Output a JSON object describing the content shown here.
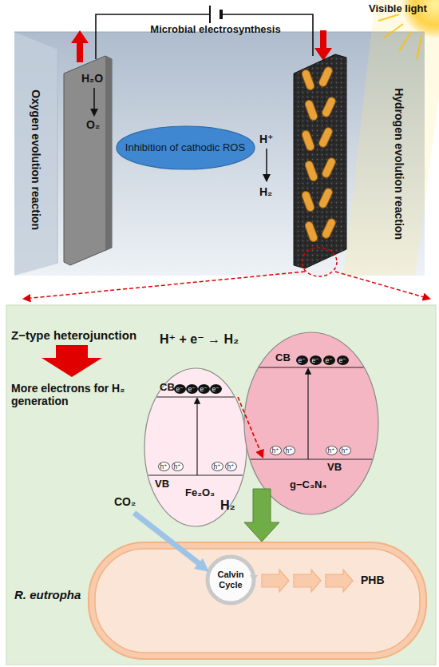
{
  "diagram": {
    "nodes": [
      {
        "text": [
          "H₂O",
          "O₂"
        ]
      },
      {
        "text": [
          "Inhibition of cathodic ROS"
        ]
      },
      {
        "text": [
          "CB",
          "VB",
          "Fe₂O₃"
        ]
      },
      {
        "text": [
          "CB",
          "VB",
          "g−C₃N₄"
        ]
      },
      {
        "text": [
          "R. eutropha",
          "PHB"
        ]
      },
      {
        "text": [
          "Calvin Cycle"
        ],
        "in": 4
      }
    ],
    "edges": [
      {
        "from": 2,
        "to": 3,
        "arrow": "to"
      },
      {
        "from": 3,
        "to": 4,
        "arrow": "to",
        "label": "H₂"
      }
    ],
    "labels": [
      "Visible light",
      "Microbial electrosynthesis",
      "Oxygen evolution reaction",
      "Hydrogen evolution reaction",
      "H⁺",
      "H₂",
      "Z−type heterojunction",
      "More electrons for H₂ generation",
      "H⁺ + e⁻ → H₂",
      "CO₂",
      "e⁻",
      "e⁻",
      "e⁻",
      "e⁻",
      "e⁻",
      "e⁻",
      "e⁻",
      "e⁻",
      "h⁺",
      "h⁺",
      "h⁺",
      "h⁺",
      "h⁺",
      "h⁺",
      "h⁺",
      "h⁺"
    ]
  }
}
